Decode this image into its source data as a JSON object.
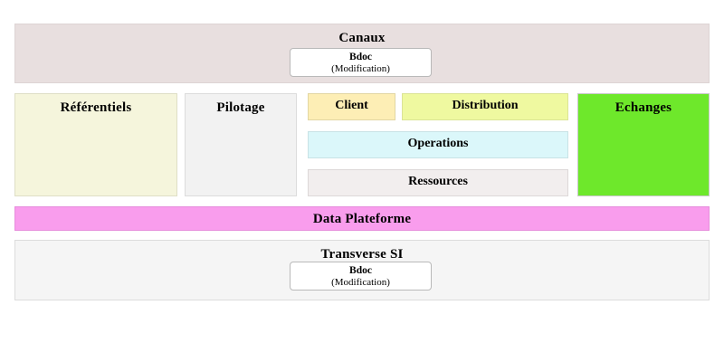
{
  "diagram": {
    "canaux": {
      "label": "Canaux",
      "card": {
        "title": "Bdoc",
        "subtitle": "(Modification)"
      },
      "color": "#e8dfdf"
    },
    "referentiels": {
      "label": "Référentiels",
      "color": "#f5f5dc"
    },
    "pilotage": {
      "label": "Pilotage",
      "color": "#f2f2f2"
    },
    "client": {
      "label": "Client",
      "color": "#fdeeb5"
    },
    "distribution": {
      "label": "Distribution",
      "color": "#eff9a0"
    },
    "operations": {
      "label": "Operations",
      "color": "#dbf7fa"
    },
    "ressources": {
      "label": "Ressources",
      "color": "#f2eeee"
    },
    "echanges": {
      "label": "Echanges",
      "color": "#6ee82b"
    },
    "data_plateforme": {
      "label": "Data Plateforme",
      "color": "#f99ded"
    },
    "transverse_si": {
      "label": "Transverse SI",
      "card": {
        "title": "Bdoc",
        "subtitle": "(Modification)"
      },
      "color": "#f5f5f5"
    }
  }
}
